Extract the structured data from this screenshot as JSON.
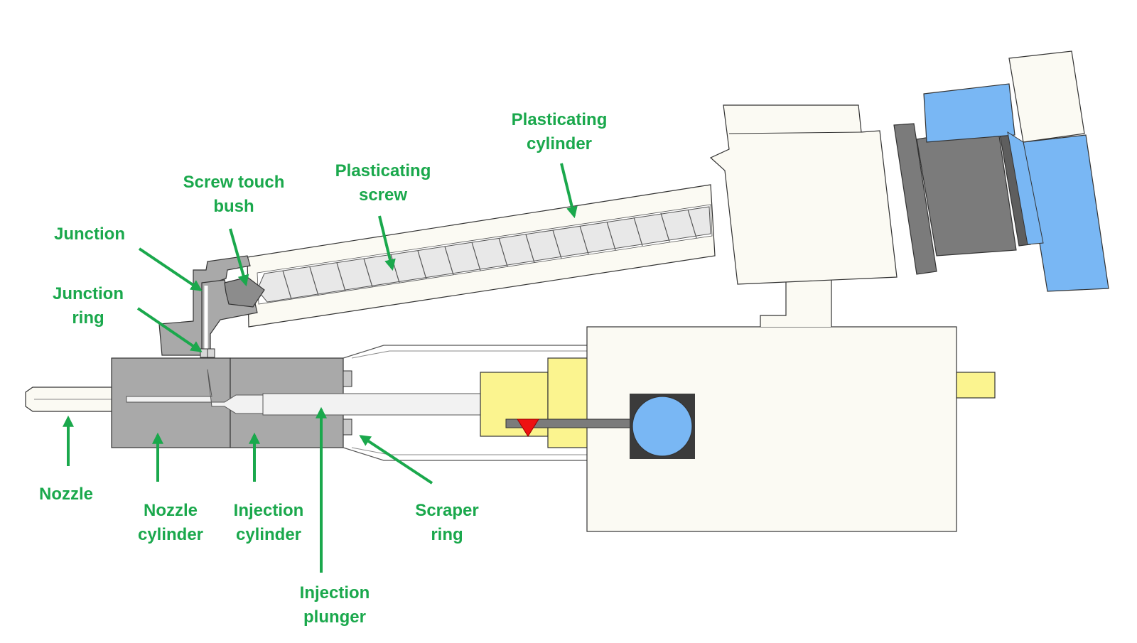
{
  "colors": {
    "label_green": "#1aa84c",
    "body_white": "#fbfaf3",
    "steel_gray": "#a9a9a9",
    "dark_gray": "#5e5e5e",
    "motor_gray": "#7b7b7b",
    "coupling_yellow": "#fbf48f",
    "motor_blue": "#79b7f4",
    "indicator_red": "#ee1111",
    "outline": "#333333"
  },
  "labels": {
    "plasticating_cylinder": [
      "Plasticating",
      "cylinder"
    ],
    "plasticating_screw": [
      "Plasticating",
      "screw"
    ],
    "screw_touch_bush": [
      "Screw touch",
      "bush"
    ],
    "junction": [
      "Junction"
    ],
    "junction_ring": [
      "Junction",
      "ring"
    ],
    "nozzle": [
      "Nozzle"
    ],
    "nozzle_cylinder": [
      "Nozzle",
      "cylinder"
    ],
    "injection_cylinder": [
      "Injection",
      "cylinder"
    ],
    "injection_plunger": [
      "Injection",
      "plunger"
    ],
    "scraper_ring": [
      "Scraper",
      "ring"
    ]
  },
  "icons": {
    "arrow": "green-arrow-icon",
    "indicator": "red-triangle-icon"
  }
}
